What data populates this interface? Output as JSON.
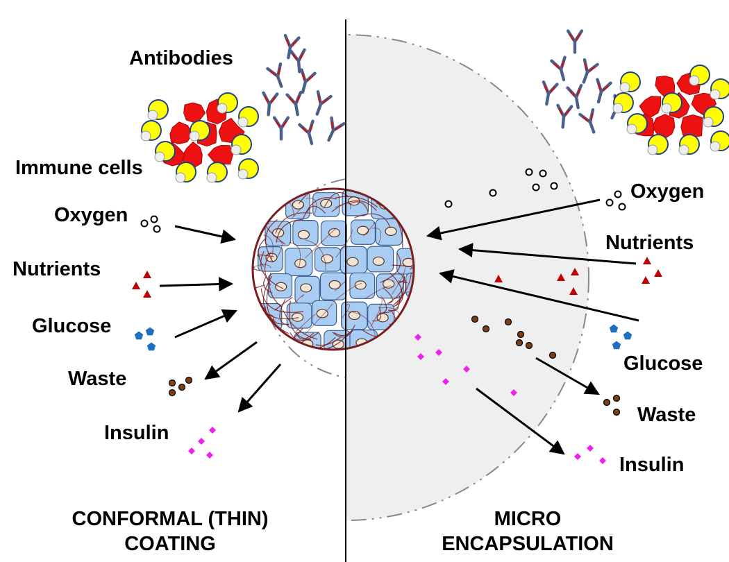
{
  "left_panel": {
    "caption": {
      "line1": "CONFORMAL (THIN)",
      "line2": "COATING"
    },
    "labels": {
      "antibodies": "Antibodies",
      "immune_cells": "Immune cells",
      "oxygen": "Oxygen",
      "nutrients": "Nutrients",
      "glucose": "Glucose",
      "waste": "Waste",
      "insulin": "Insulin"
    }
  },
  "right_panel": {
    "caption": {
      "line1": "MICRO",
      "line2": "ENCAPSULATION"
    },
    "labels": {
      "oxygen": "Oxygen",
      "nutrients": "Nutrients",
      "glucose": "Glucose",
      "waste": "Waste",
      "insulin": "Insulin"
    }
  },
  "colors": {
    "islet_cell": "#a9cdf2",
    "islet_outline": "#7a1f1f",
    "nutrient": "#c00000",
    "glucose": "#1f6fbf",
    "waste": "#7a3e12",
    "insulin": "#ee22ee",
    "antibody": "#4a5f8a",
    "immune_red": "#ee1111",
    "immune_yellow": "#ffff00",
    "capsule_fill": "#efefef"
  },
  "icons": [
    "antibody-icon",
    "immune-cell-icon",
    "oxygen-bubble-icon",
    "nutrient-triangle-icon",
    "glucose-pentagon-icon",
    "waste-dot-icon",
    "insulin-diamond-icon",
    "islet-icon"
  ]
}
